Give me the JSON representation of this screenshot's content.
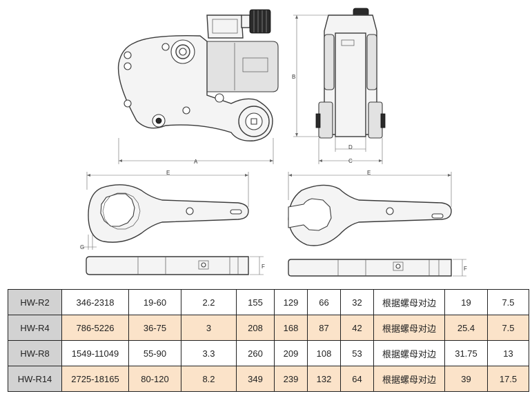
{
  "dimension_labels": {
    "A": "A",
    "B": "B",
    "C": "C",
    "D": "D",
    "E_left": "E",
    "E_right": "E",
    "F_left": "F",
    "F_right": "F",
    "G": "G"
  },
  "table": {
    "rows": [
      [
        "HW-R2",
        "346-2318",
        "19-60",
        "2.2",
        "155",
        "129",
        "66",
        "32",
        "根据螺母对边",
        "19",
        "7.5"
      ],
      [
        "HW-R4",
        "786-5226",
        "36-75",
        "3",
        "208",
        "168",
        "87",
        "42",
        "根据螺母对边",
        "25.4",
        "7.5"
      ],
      [
        "HW-R8",
        "1549-11049",
        "55-90",
        "3.3",
        "260",
        "209",
        "108",
        "53",
        "根据螺母对边",
        "31.75",
        "13"
      ],
      [
        "HW-R14",
        "2725-18165",
        "80-120",
        "8.2",
        "349",
        "239",
        "132",
        "64",
        "根据螺母对边",
        "39",
        "17.5"
      ]
    ]
  }
}
